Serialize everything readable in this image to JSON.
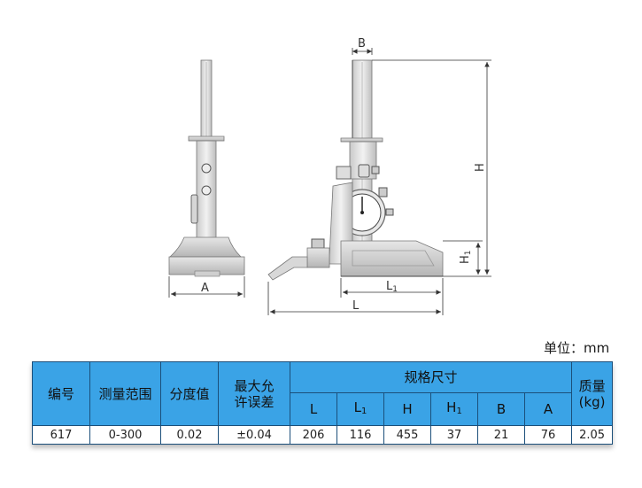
{
  "drawing": {
    "dims": {
      "A": "A",
      "B": "B",
      "H": "H",
      "H1": "H",
      "H1_sub": "1",
      "L1": "L",
      "L1_sub": "1",
      "L": "L"
    }
  },
  "unit_note": "单位：mm",
  "table": {
    "headers": {
      "code": "编号",
      "range": "测量范围",
      "resolution": "分度值",
      "error_line1": "最大允",
      "error_line2": "许误差",
      "spec_group": "规格尺寸",
      "mass_line1": "质量",
      "mass_line2": "(kg)"
    },
    "spec_headers": {
      "L": "L",
      "L1": "L",
      "L1_sub": "1",
      "H": "H",
      "H1": "H",
      "H1_sub": "1",
      "B": "B",
      "A": "A"
    },
    "row": {
      "code": "617",
      "range": "0-300",
      "resolution": "0.02",
      "error": "±0.04",
      "L": "206",
      "L1": "116",
      "H": "455",
      "H1": "37",
      "B": "21",
      "A": "76",
      "mass": "2.05"
    }
  }
}
